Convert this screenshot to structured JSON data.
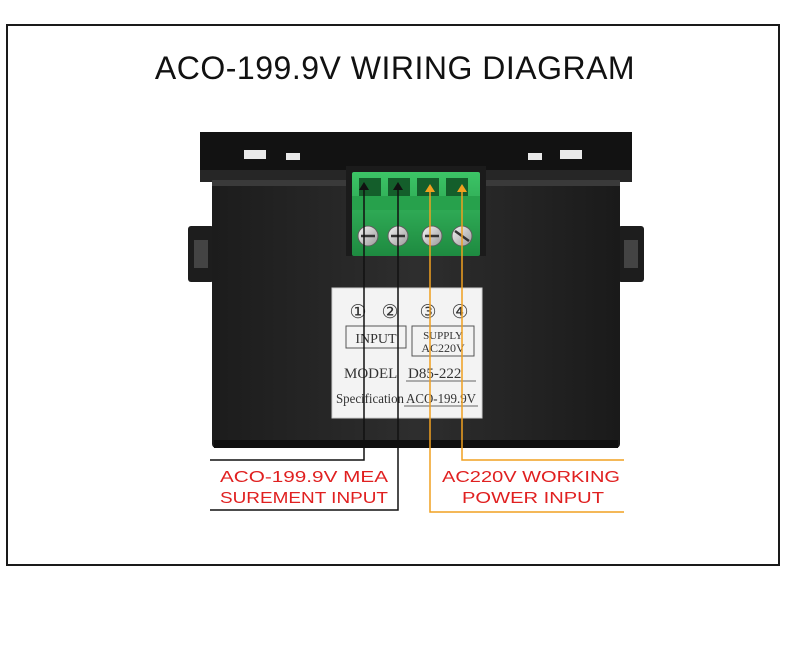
{
  "title": "ACO-199.9V WIRING DIAGRAM",
  "sticker": {
    "terminals": [
      "①",
      "②",
      "③",
      "④"
    ],
    "input_label": "INPUT",
    "supply_label": "SUPPLY",
    "supply_voltage": "AC220V",
    "model_key": "MODEL",
    "model_value": "D85-222",
    "spec_key": "Specification",
    "spec_value": "ACO-199.9V"
  },
  "annotations": {
    "measurement_line1": "ACO-199.9V MEA",
    "measurement_line2": "SUREMENT INPUT",
    "power_line1": "AC220V WORKING",
    "power_line2": "POWER INPUT"
  },
  "colors": {
    "measurement_wire": "#111111",
    "power_wire": "#f0a020",
    "annotation_red": "#e02020",
    "terminal_green": "#2fae55"
  }
}
